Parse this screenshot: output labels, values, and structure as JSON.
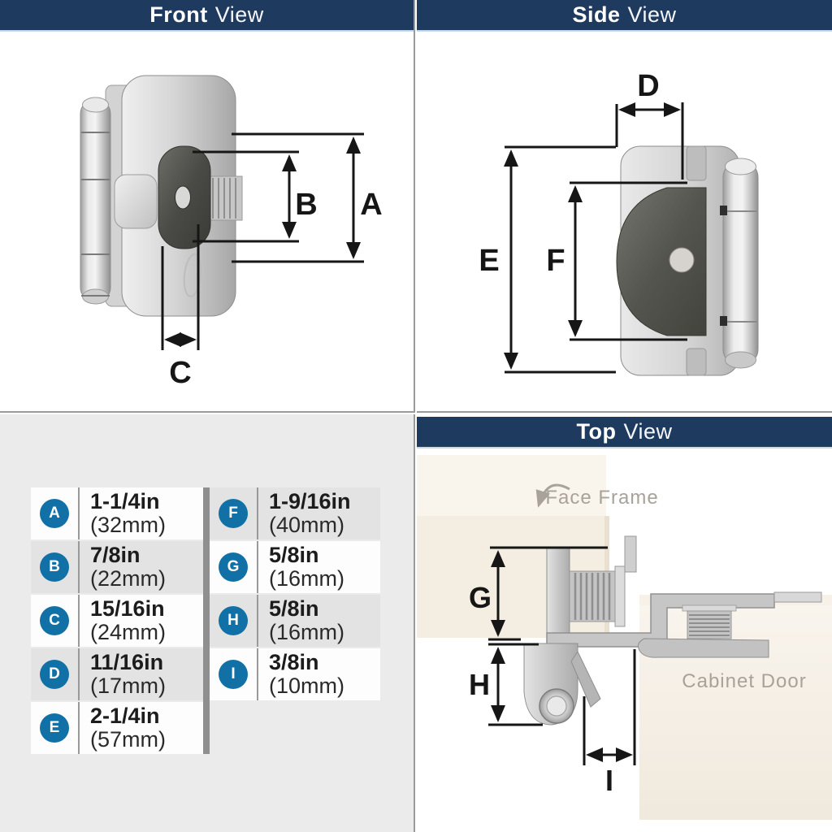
{
  "views": {
    "front": {
      "title_strong": "Front",
      "title_light": "View"
    },
    "side": {
      "title_strong": "Side",
      "title_light": "View"
    },
    "top": {
      "title_strong": "Top",
      "title_light": "View",
      "face_frame_label": "Face Frame",
      "cabinet_door_label": "Cabinet Door"
    }
  },
  "dimension_letters": {
    "a": "A",
    "b": "B",
    "c": "C",
    "d": "D",
    "e": "E",
    "f": "F",
    "g": "G",
    "h": "H",
    "i": "I"
  },
  "measurements": {
    "left": [
      {
        "letter": "A",
        "inches": "1-1/4in",
        "metric": "(32mm)"
      },
      {
        "letter": "B",
        "inches": "7/8in",
        "metric": "(22mm)"
      },
      {
        "letter": "C",
        "inches": "15/16in",
        "metric": "(24mm)"
      },
      {
        "letter": "D",
        "inches": "11/16in",
        "metric": "(17mm)"
      },
      {
        "letter": "E",
        "inches": "2-1/4in",
        "metric": "(57mm)"
      }
    ],
    "right": [
      {
        "letter": "F",
        "inches": "1-9/16in",
        "metric": "(40mm)"
      },
      {
        "letter": "G",
        "inches": "5/8in",
        "metric": "(16mm)"
      },
      {
        "letter": "H",
        "inches": "5/8in",
        "metric": "(16mm)"
      },
      {
        "letter": "I",
        "inches": "3/8in",
        "metric": "(10mm)"
      }
    ]
  },
  "colors": {
    "header_navy": "#1E3A5F",
    "header_underline": "#C9D8E8",
    "badge_blue": "#1171A6",
    "dimension_black": "#161616",
    "annotation_gray": "#A8A29A",
    "panel_cream": "#F4EDE2",
    "table_divider_gray": "#8F8F8F"
  }
}
